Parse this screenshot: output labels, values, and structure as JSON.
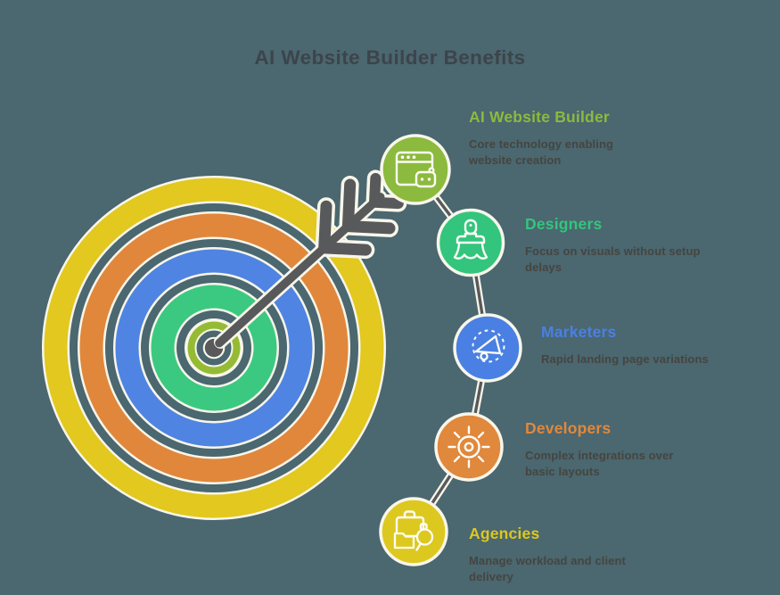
{
  "title": "AI Website Builder Benefits",
  "theme": {
    "background": "#4b6770",
    "title_color": "#3d444b",
    "description_color": "#45453f",
    "outline_color": "#f8f6ea",
    "arrow_color": "#58595b"
  },
  "items": [
    {
      "name": "ai-website-builder",
      "label": "AI Website Builder",
      "description": "Core technology enabling\nwebsite creation",
      "color": "#8cba3e",
      "icon": "browser-robot-icon"
    },
    {
      "name": "designers",
      "label": "Designers",
      "description": "Focus on visuals without setup\ndelays",
      "color": "#33c57d",
      "icon": "paintbrush-icon"
    },
    {
      "name": "marketers",
      "label": "Marketers",
      "description": "Rapid landing page variations",
      "color": "#4a80e4",
      "icon": "megaphone-icon"
    },
    {
      "name": "developers",
      "label": "Developers",
      "description": "Complex integrations over\nbasic layouts",
      "color": "#e0883c",
      "icon": "sun-gear-icon"
    },
    {
      "name": "agencies",
      "label": "Agencies",
      "description": "Manage workload and client\ndelivery",
      "color": "#ddc81f",
      "icon": "briefcase-search-icon"
    }
  ],
  "target": {
    "ring_colors_outer_to_inner": [
      "#e2c81f",
      "#e0873c",
      "#4f84e2",
      "#3bc981",
      "#95bb35"
    ],
    "bullseye_color": "#58595b"
  }
}
